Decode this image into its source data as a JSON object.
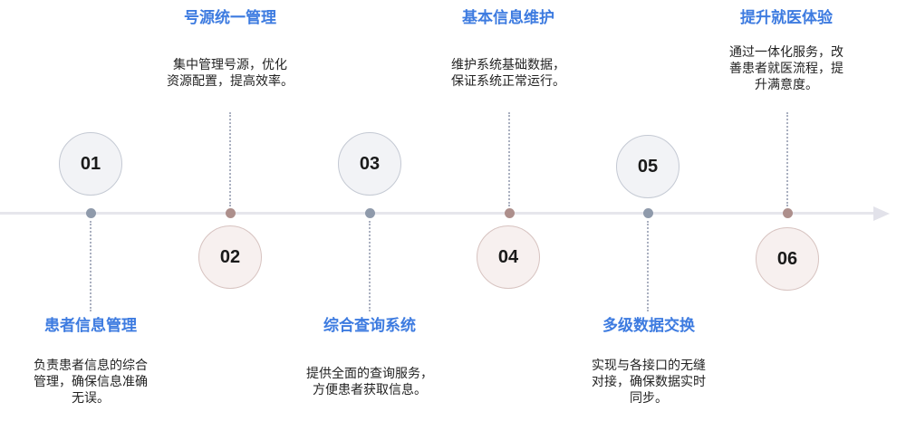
{
  "steps": [
    {
      "number": "01",
      "title": "患者信息管理",
      "desc_lines": [
        "负责患者信息的综合",
        "管理，确保信息准确",
        "无误。"
      ]
    },
    {
      "number": "02",
      "title": "号源统一管理",
      "desc_lines": [
        "集中管理号源，优化",
        "资源配置，提高效率。"
      ]
    },
    {
      "number": "03",
      "title": "综合查询系统",
      "desc_lines": [
        "提供全面的查询服务，",
        "方便患者获取信息。"
      ]
    },
    {
      "number": "04",
      "title": "基本信息维护",
      "desc_lines": [
        "维护系统基础数据，",
        "保证系统正常运行。"
      ]
    },
    {
      "number": "05",
      "title": "多级数据交换",
      "desc_lines": [
        "实现与各接口的无缝",
        "对接，确保数据实时",
        "同步。"
      ]
    },
    {
      "number": "06",
      "title": "提升就医体验",
      "desc_lines": [
        "通过一体化服务，改",
        "善患者就医流程，提",
        "升满意度。"
      ]
    }
  ]
}
